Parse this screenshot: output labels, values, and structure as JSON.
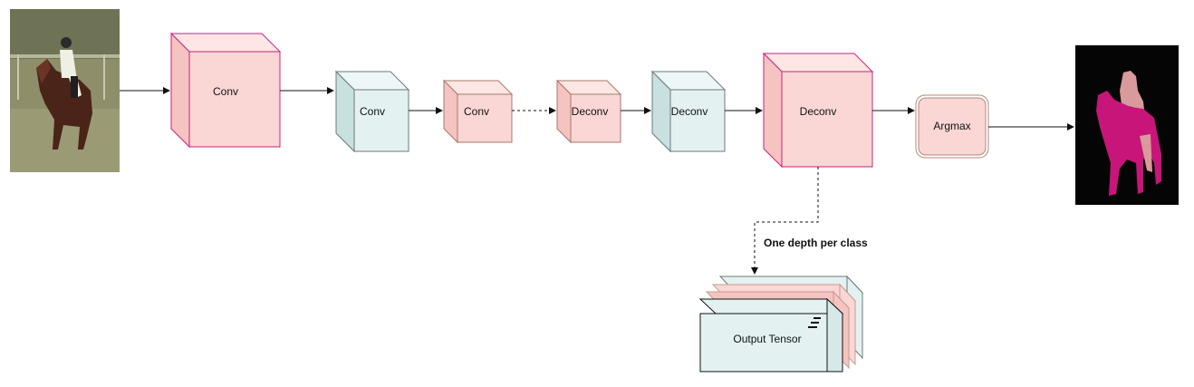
{
  "colors": {
    "pink_face": "#fad7d5",
    "pink_side": "#f5c3c0",
    "pink_top": "#fde6e4",
    "pink_border": "#c7237f",
    "peach_border": "#a5796a",
    "blue_face": "#e3f1f1",
    "blue_side": "#c9e0e0",
    "blue_top": "#eef7f7",
    "blue_border": "#6c7a7a",
    "mask_bg": "#050505",
    "mask_horse": "#c8157a",
    "mask_rider": "#d89a9a",
    "arrow": "#111111"
  },
  "nodes": {
    "conv1": "Conv",
    "conv2": "Conv",
    "conv3": "Conv",
    "deconv1": "Deconv",
    "deconv2": "Deconv",
    "deconv3": "Deconv",
    "argmax": "Argmax",
    "output_tensor": "Output Tensor"
  },
  "edge_labels": {
    "per_class": "One depth per class"
  },
  "images": {
    "input": "input-photo-horse-rider",
    "output": "segmentation-mask"
  }
}
